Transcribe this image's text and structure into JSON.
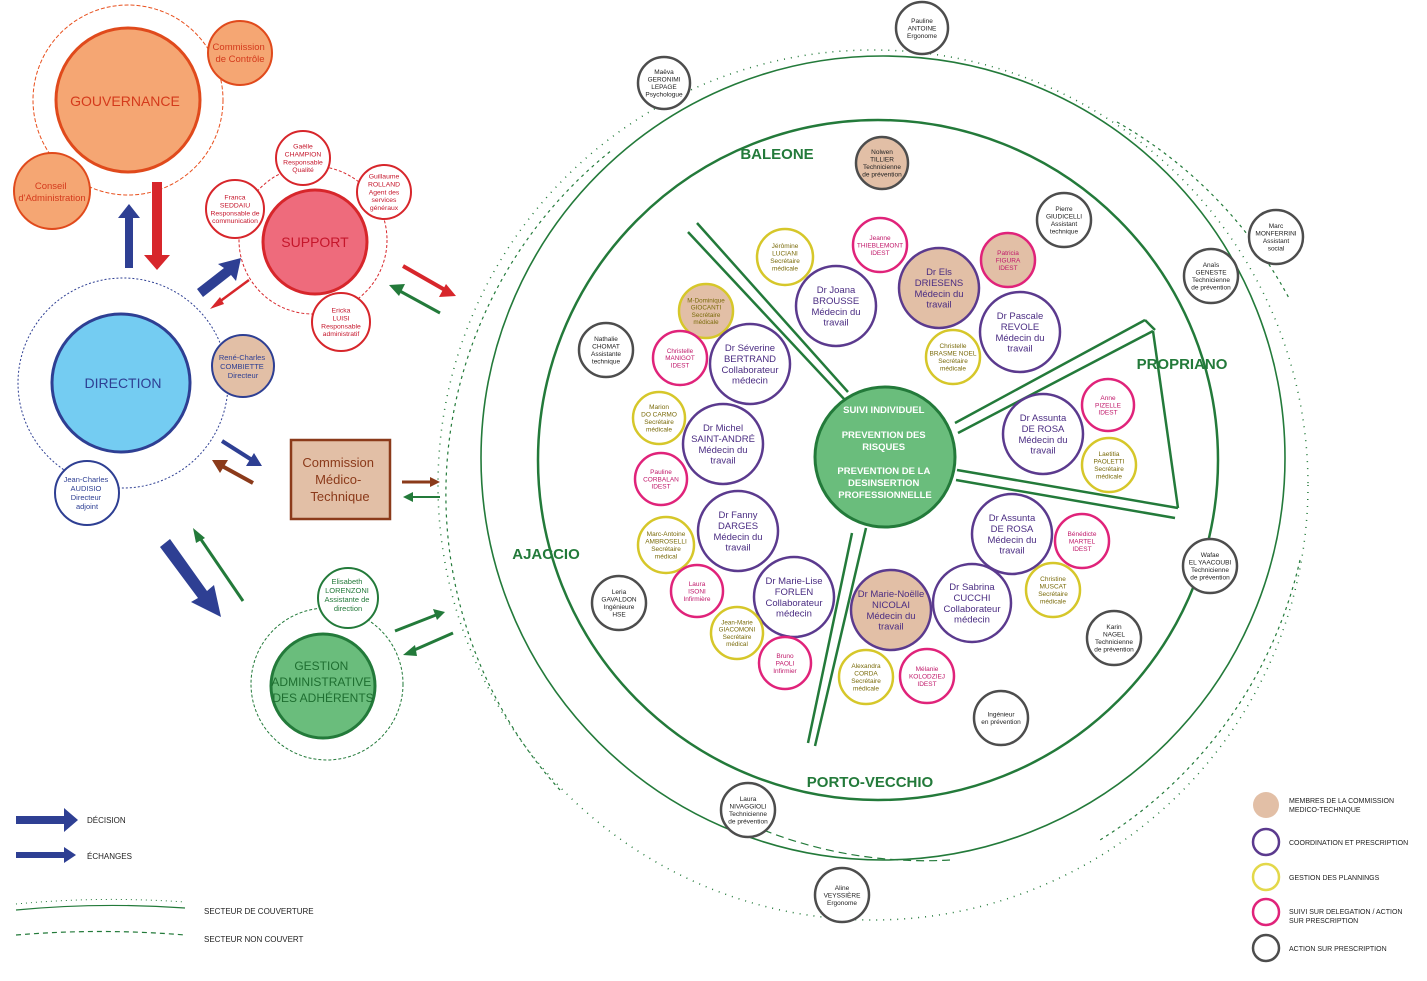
{
  "colors": {
    "orange": "#F5A673",
    "orange_text": "#E04A1C",
    "red": "#D7262B",
    "pink_fill": "#EE6B7C",
    "blue_fill": "#74CCF2",
    "navy": "#2E3F93",
    "green": "#237A3A",
    "green_fill": "#6ABD7C",
    "tan": "#E2BFA6",
    "brown": "#8B3A1A",
    "purple": "#5B3A8E",
    "yellow": "#D6C72A",
    "magenta": "#E0237A",
    "gray": "#4D4D4D"
  },
  "governance": {
    "main": "GOUVERNANCE",
    "commission": [
      "Commission",
      "de Contrôle"
    ],
    "conseil": [
      "Conseil",
      "d'Administration"
    ]
  },
  "support": {
    "main": "SUPPORT",
    "members": [
      {
        "lines": [
          "Gaëlle",
          "CHAMPION",
          "Responsable",
          "Qualité"
        ]
      },
      {
        "lines": [
          "Guillaume",
          "ROLLAND",
          "Agent des",
          "services",
          "généraux"
        ]
      },
      {
        "lines": [
          "Franca",
          "SEDDAIU",
          "Responsable de",
          "communication"
        ]
      },
      {
        "lines": [
          "Ericka",
          "LUISI",
          "Responsable",
          "administratif"
        ]
      }
    ]
  },
  "direction": {
    "main": "DIRECTION",
    "combiette": [
      "René-Charles",
      "COMBIETTE",
      "Directeur"
    ],
    "audisio": [
      "Jean-Charles",
      "AUDISIO",
      "Directeur",
      "adjoint"
    ]
  },
  "commission_medico": [
    "Commission",
    "Médico-",
    "Technique"
  ],
  "gestion": {
    "main": [
      "GESTION",
      "ADMINISTRATIVE",
      "DES ADHÉRENTS"
    ],
    "lorenzoni": [
      "Elisabeth",
      "LORENZONI",
      "Assistante de",
      "direction"
    ]
  },
  "sectors": {
    "baleone": "BALEONE",
    "propriano": "PROPRIANO",
    "ajaccio": "AJACCIO",
    "porto_vecchio": "PORTO-VECCHIO"
  },
  "center": [
    "SUIVI INDIVIDUEL",
    "",
    "PREVENTION DES",
    "RISQUES",
    "",
    "PREVENTION DE LA",
    "DESINSERTION",
    "PROFESSIONNELLE"
  ],
  "outer_people": [
    {
      "lines": [
        "Pauline",
        "ANTOINE",
        "Ergonome"
      ]
    },
    {
      "lines": [
        "Maëva",
        "GERONIMI",
        "LEPAGE",
        "Psychologue"
      ]
    },
    {
      "lines": [
        "Nolwen",
        "TILLIER",
        "Technicienne",
        "de prévention"
      ]
    },
    {
      "lines": [
        "Pierre",
        "GIUDICELLI",
        "Assistant",
        "technique"
      ]
    },
    {
      "lines": [
        "Marc",
        "MONFERRINI",
        "Assistant",
        "social"
      ]
    },
    {
      "lines": [
        "Anaïs",
        "GENESTE",
        "Technicienne",
        "de prévention"
      ]
    },
    {
      "lines": [
        "Nathalie",
        "CHOMAT",
        "Assistante",
        "technique"
      ]
    },
    {
      "lines": [
        "Leria",
        "GAVALDON",
        "Ingénieure",
        "HSE"
      ]
    },
    {
      "lines": [
        "Wafae",
        "EL YAACOUBI",
        "Technicienne",
        "de prévention"
      ]
    },
    {
      "lines": [
        "Karin",
        "NAGEL",
        "Technicienne",
        "de prévention"
      ]
    },
    {
      "lines": [
        "Ingénieur",
        "en prévention"
      ]
    },
    {
      "lines": [
        "Laura",
        "NIVAGGIOLI",
        "Technicienne",
        "de prévention"
      ]
    },
    {
      "lines": [
        "Aline",
        "VEYSSIÈRE",
        "Ergonome"
      ]
    }
  ],
  "baleone_people": [
    {
      "lines": [
        "Jérômine",
        "LUCIANI",
        "Secrétaire",
        "médicale"
      ]
    },
    {
      "lines": [
        "Jeanne",
        "THIEBLEMONT",
        "IDEST"
      ]
    },
    {
      "lines": [
        "Patricia",
        "FIGURA",
        "IDEST"
      ]
    },
    {
      "lines": [
        "Dr Joana",
        "BROUSSE",
        "Médecin du",
        "travail"
      ]
    },
    {
      "lines": [
        "Dr Els",
        "DRIESENS",
        "Médecin du",
        "travail"
      ]
    },
    {
      "lines": [
        "Dr Pascale",
        "REVOLE",
        "Médecin du",
        "travail"
      ]
    },
    {
      "lines": [
        "Christelle",
        "BRASME NOEL",
        "Secrétaire",
        "médicale"
      ]
    }
  ],
  "propriano_people": [
    {
      "lines": [
        "Dr Assunta",
        "DE ROSA",
        "Médecin du",
        "travail"
      ]
    },
    {
      "lines": [
        "Anne",
        "PIZELLE",
        "IDEST"
      ]
    },
    {
      "lines": [
        "Laetitia",
        "PAOLETTI",
        "Secrétaire",
        "médicale"
      ]
    }
  ],
  "ajaccio_people": [
    {
      "lines": [
        "M-Dominique",
        "GIOCANTI",
        "Secrétaire",
        "médicale"
      ]
    },
    {
      "lines": [
        "Christelle",
        "MANIGOT",
        "IDEST"
      ]
    },
    {
      "lines": [
        "Dr Séverine",
        "BERTRAND",
        "Collaborateur",
        "médecin"
      ]
    },
    {
      "lines": [
        "Marion",
        "DO CARMO",
        "Secrétaire",
        "médicale"
      ]
    },
    {
      "lines": [
        "Dr Michel",
        "SAINT-ANDRÉ",
        "Médecin du",
        "travail"
      ]
    },
    {
      "lines": [
        "Pauline",
        "CORBALAN",
        "IDEST"
      ]
    },
    {
      "lines": [
        "Dr Fanny",
        "DARGES",
        "Médecin du",
        "travail"
      ]
    },
    {
      "lines": [
        "Marc-Antoine",
        "AMBROSELLI",
        "Secrétaire",
        "médical"
      ]
    },
    {
      "lines": [
        "Laura",
        "ISONI",
        "Infirmière"
      ]
    },
    {
      "lines": [
        "Dr Marie-Lise",
        "FORLEN",
        "Collaborateur",
        "médecin"
      ]
    },
    {
      "lines": [
        "Jean-Marie",
        "GIACOMONI",
        "Secrétaire",
        "médical"
      ]
    },
    {
      "lines": [
        "Bruno",
        "PAOLI",
        "Infirmier"
      ]
    }
  ],
  "porto_people": [
    {
      "lines": [
        "Dr Assunta",
        "DE ROSA",
        "Médecin du",
        "travail"
      ]
    },
    {
      "lines": [
        "Bénédicte",
        "MARTEL",
        "IDEST"
      ]
    },
    {
      "lines": [
        "Dr Marie-Noëlle",
        "NICOLAI",
        "Médecin du",
        "travail"
      ]
    },
    {
      "lines": [
        "Dr Sabrina",
        "CUCCHI",
        "Collaborateur",
        "médecin"
      ]
    },
    {
      "lines": [
        "Christine",
        "MUSCAT",
        "Secrétaire",
        "médicale"
      ]
    },
    {
      "lines": [
        "Alexandra",
        "CORDA",
        "Secrétaire",
        "médicale"
      ]
    },
    {
      "lines": [
        "Mélanie",
        "KOLODZIEJ",
        "IDEST"
      ]
    }
  ],
  "legend_left": {
    "decision": "DÉCISION",
    "echanges": "ÉCHANGES",
    "couverture": "SECTEUR DE COUVERTURE",
    "non_couvert": "SECTEUR NON COUVERT"
  },
  "legend_right": [
    {
      "lines": [
        "MEMBRES DE LA COMMISSION",
        "MEDICO-TECHNIQUE"
      ]
    },
    {
      "lines": [
        "COORDINATION ET PRESCRIPTION"
      ]
    },
    {
      "lines": [
        "GESTION DES PLANNINGS"
      ]
    },
    {
      "lines": [
        "SUIVI SUR DELEGATION / ACTION",
        "SUR PRESCRIPTION"
      ]
    },
    {
      "lines": [
        "ACTION SUR PRESCRIPTION"
      ]
    }
  ]
}
